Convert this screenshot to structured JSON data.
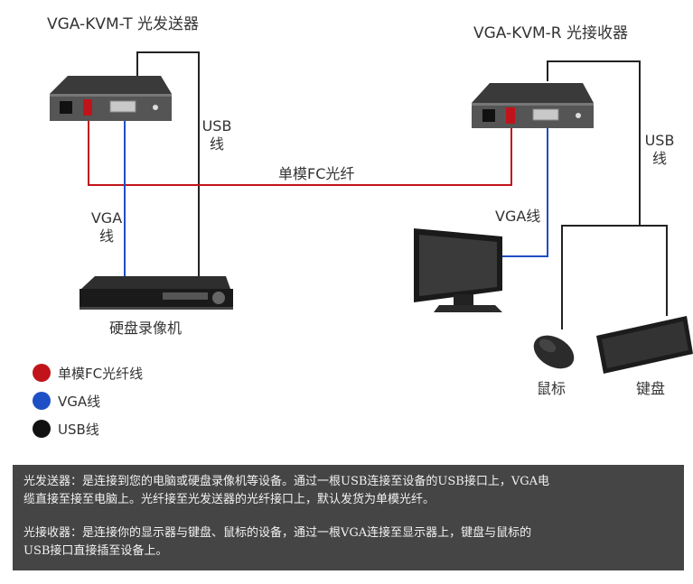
{
  "transmitter": {
    "title": "VGA-KVM-T 光发送器",
    "usb_label_1": "USB",
    "usb_label_2": "线",
    "vga_label_1": "VGA",
    "vga_label_2": "线",
    "dvr_label": "硬盘录像机"
  },
  "receiver": {
    "title": "VGA-KVM-R 光接收器",
    "usb_label_1": "USB",
    "usb_label_2": "线",
    "vga_label": "VGA线",
    "mouse_label": "鼠标",
    "keyboard_label": "键盘"
  },
  "fiber_label": "单模FC光纤",
  "legend": [
    {
      "label": "单模FC光纤线",
      "color": "#c0141a"
    },
    {
      "label": "VGA线",
      "color": "#1e4fc4"
    },
    {
      "label": "USB线",
      "color": "#111111"
    }
  ],
  "info": {
    "line1": "光发送器：是连接到您的电脑或硬盘录像机等设备。通过一根USB连接至设备的USB接口上，VGA电",
    "line2": "缆直接至接至电脑上。光纤接至光发送器的光纤接口上，默认发货为单模光纤。",
    "line3": "光接收器：是连接你的显示器与键盘、鼠标的设备，通过一根VGA连接至显示器上，键盘与鼠标的",
    "line4": "USB接口直接插至设备上。"
  },
  "colors": {
    "fiber": "#c0141a",
    "vga": "#1e4fc4",
    "usb": "#222222",
    "panel": "#454545"
  }
}
